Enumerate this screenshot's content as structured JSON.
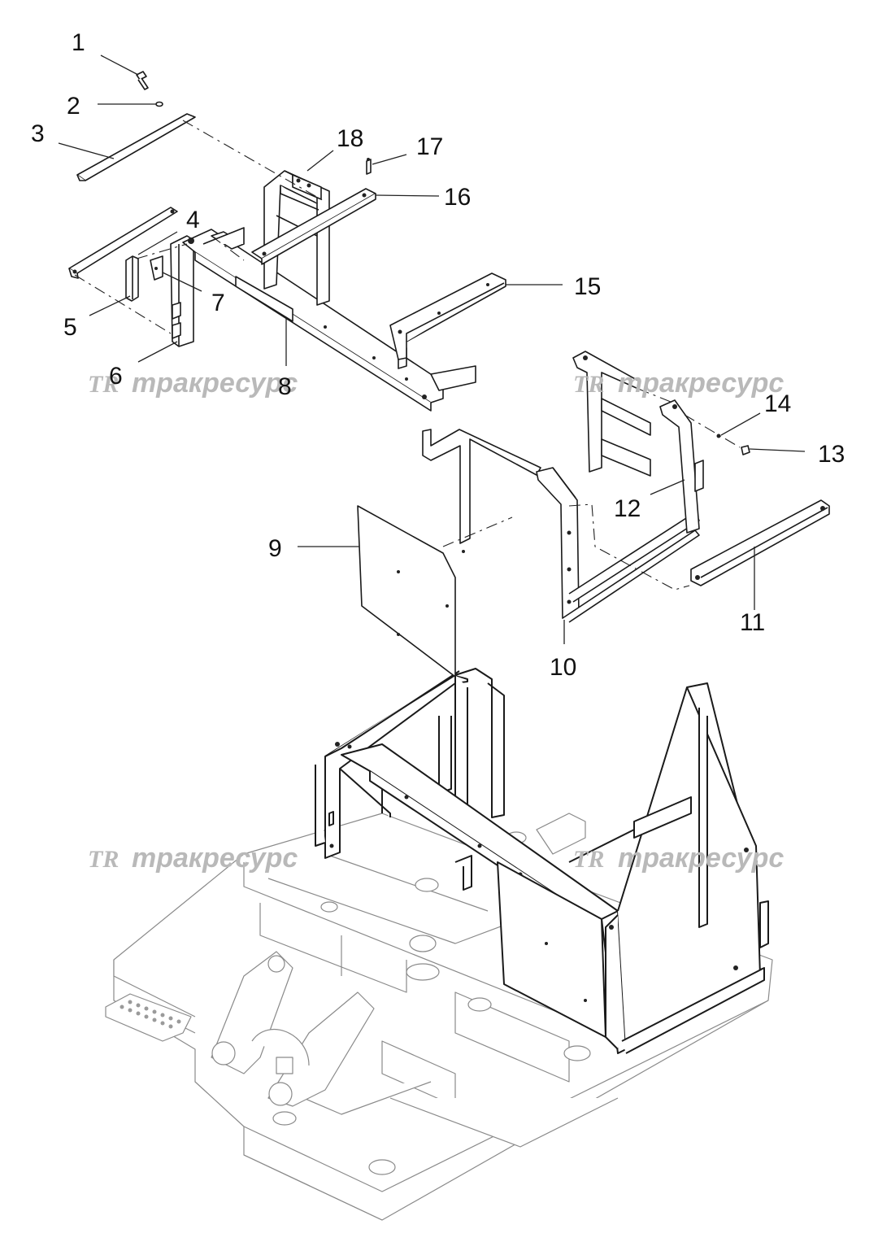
{
  "diagram": {
    "callouts": [
      "1",
      "2",
      "3",
      "4",
      "5",
      "6",
      "7",
      "8",
      "9",
      "10",
      "11",
      "12",
      "13",
      "14",
      "15",
      "16",
      "17",
      "18"
    ]
  },
  "watermark": {
    "logo": "TR",
    "text": "тракресурс",
    "color": "#b9b9b9"
  },
  "colors": {
    "line": "#1a1a1a",
    "ghost_line": "#8a8a8a",
    "background": "#ffffff"
  }
}
